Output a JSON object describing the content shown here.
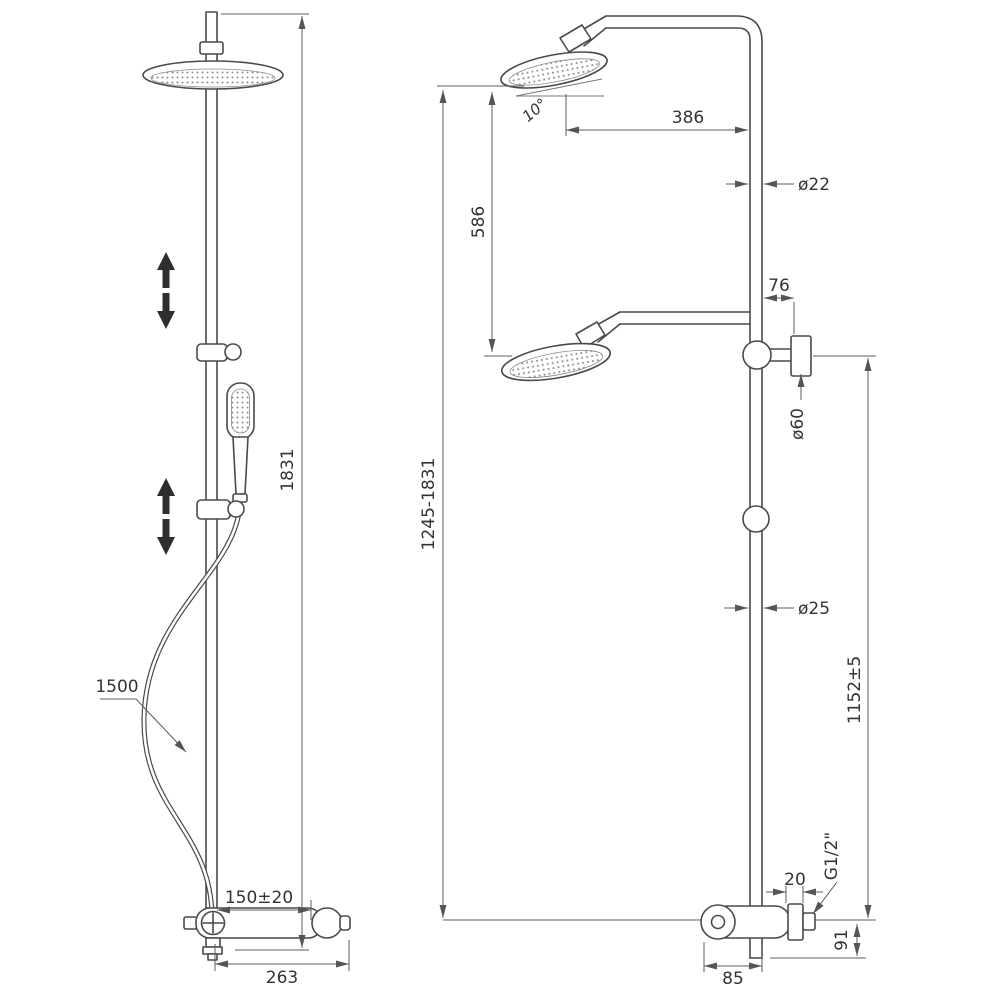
{
  "page": {
    "background": "#ffffff",
    "line_color": "#4a4a4a",
    "dim_color": "#5c5c5c"
  },
  "drawing": {
    "left_view": {
      "height_total": "1831",
      "hose_length": "1500",
      "valve_center_offset": "150±20",
      "valve_width": "263"
    },
    "right_view": {
      "head_angle": "10°",
      "arm_length": "386",
      "top_pipe_diameter": "ø22",
      "head_drop": "586",
      "bracket_offset": "76",
      "escutcheon_diameter": "ø60",
      "bottom_pipe_diameter": "ø25",
      "valve_height": "1152±5",
      "adjustable_height": "1245-1831",
      "wall_plate_thickness": "20",
      "thread_size": "G1/2\"",
      "spout_drop": "91",
      "valve_offset": "85"
    }
  }
}
